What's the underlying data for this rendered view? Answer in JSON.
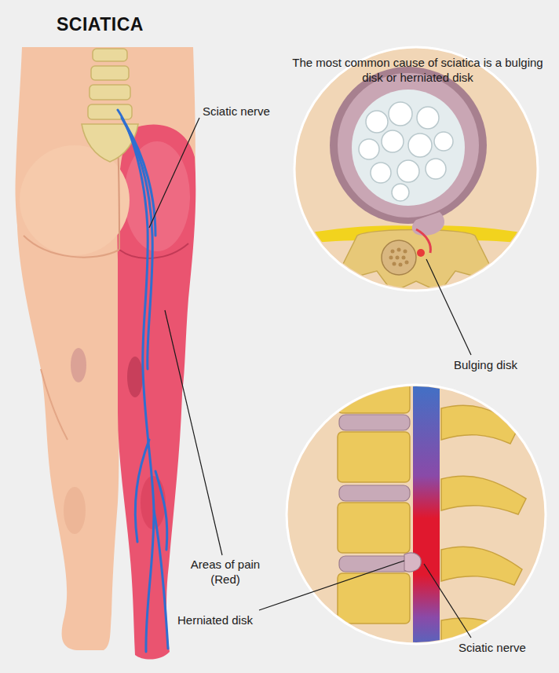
{
  "diagram": {
    "title": "SCIATICA",
    "labels": [
      "The most common cause of sciatica is a bulging disk or herniated disk",
      "Sciatic nerve",
      "Areas of pain (Red)",
      "Bulging disk",
      "Herniated disk",
      "Sciatic nerve"
    ]
  }
}
